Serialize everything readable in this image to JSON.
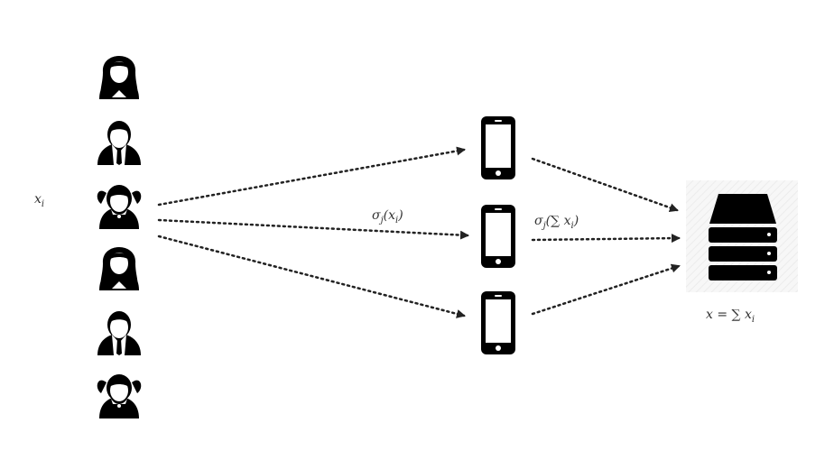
{
  "labels": {
    "user_value": "x",
    "user_value_sub": "i",
    "share": "σ",
    "share_sub": "j",
    "share_arg": "(x",
    "share_arg_sub": "i",
    "share_close": ")",
    "partial_sum": "σ",
    "partial_sum_sub": "j",
    "partial_sum_arg": "(∑ x",
    "partial_sum_arg_sub": "i",
    "partial_sum_close": ")",
    "total": "x = ∑ x",
    "total_sub": "i"
  },
  "icons": {
    "users": [
      "person-female-icon",
      "person-male-icon",
      "person-girl-icon",
      "person-female-icon",
      "person-male-icon",
      "person-girl-icon"
    ],
    "devices": [
      "smartphone-icon",
      "smartphone-icon",
      "smartphone-icon"
    ],
    "aggregator": "server-icon"
  },
  "colors": {
    "ink": "#000000",
    "arrow": "#222222",
    "label": "#333333",
    "server_bg": "#f3f3f3"
  }
}
